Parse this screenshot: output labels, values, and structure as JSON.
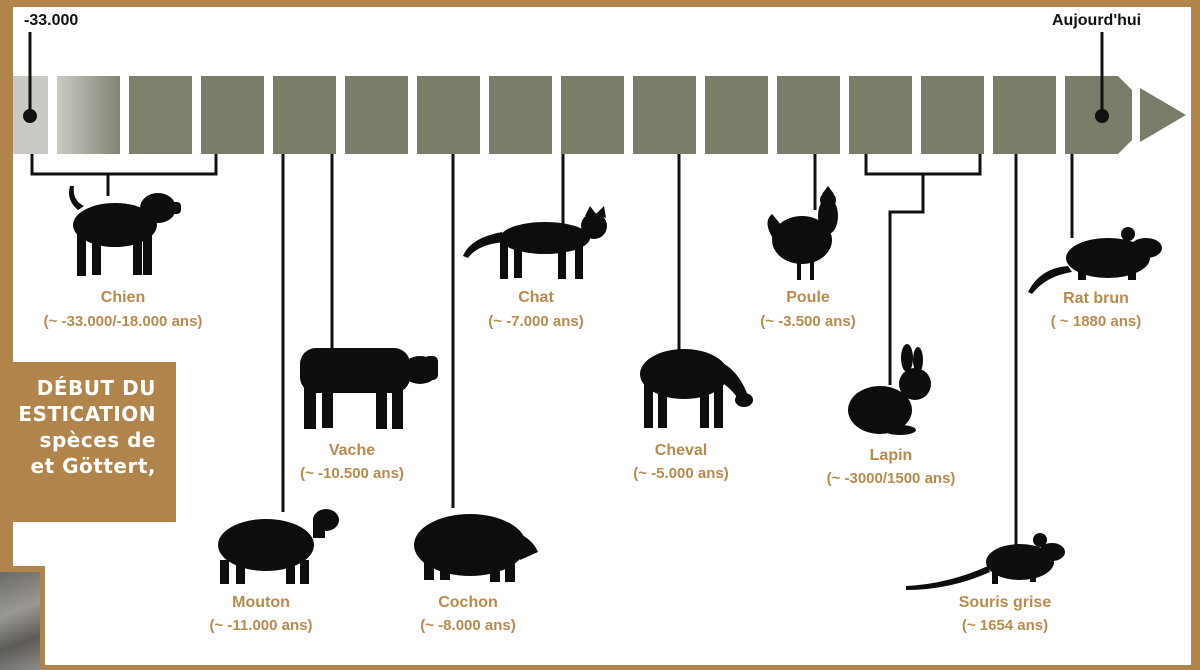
{
  "timeline": {
    "start_label": "-33.000",
    "end_label": "Aujourd'hui",
    "segment_color": "#7a7b68",
    "segment_fade_color": "#c8c9c3",
    "accent_color": "#b88a4e"
  },
  "animals": [
    {
      "key": "chien",
      "name": "Chien",
      "date": "(~ -33.000/-18.000 ans)"
    },
    {
      "key": "vache",
      "name": "Vache",
      "date": "(~ -10.500 ans)"
    },
    {
      "key": "mouton",
      "name": "Mouton",
      "date": "(~ -11.000 ans)"
    },
    {
      "key": "cochon",
      "name": "Cochon",
      "date": "(~ -8.000 ans)"
    },
    {
      "key": "chat",
      "name": "Chat",
      "date": "(~ -7.000 ans)"
    },
    {
      "key": "cheval",
      "name": "Cheval",
      "date": "(~ -5.000 ans)"
    },
    {
      "key": "poule",
      "name": "Poule",
      "date": "(~ -3.500 ans)"
    },
    {
      "key": "lapin",
      "name": "Lapin",
      "date": "(~ -3000/1500 ans)"
    },
    {
      "key": "souris",
      "name": "Souris grise",
      "date": "(~ 1654 ans)"
    },
    {
      "key": "rat",
      "name": "Rat brun",
      "date": "( ~ 1880 ans)"
    }
  ],
  "side_box": {
    "lines": [
      "DÉBUT DU",
      "ESTICATION",
      "spèces de",
      "et Göttert,"
    ]
  }
}
